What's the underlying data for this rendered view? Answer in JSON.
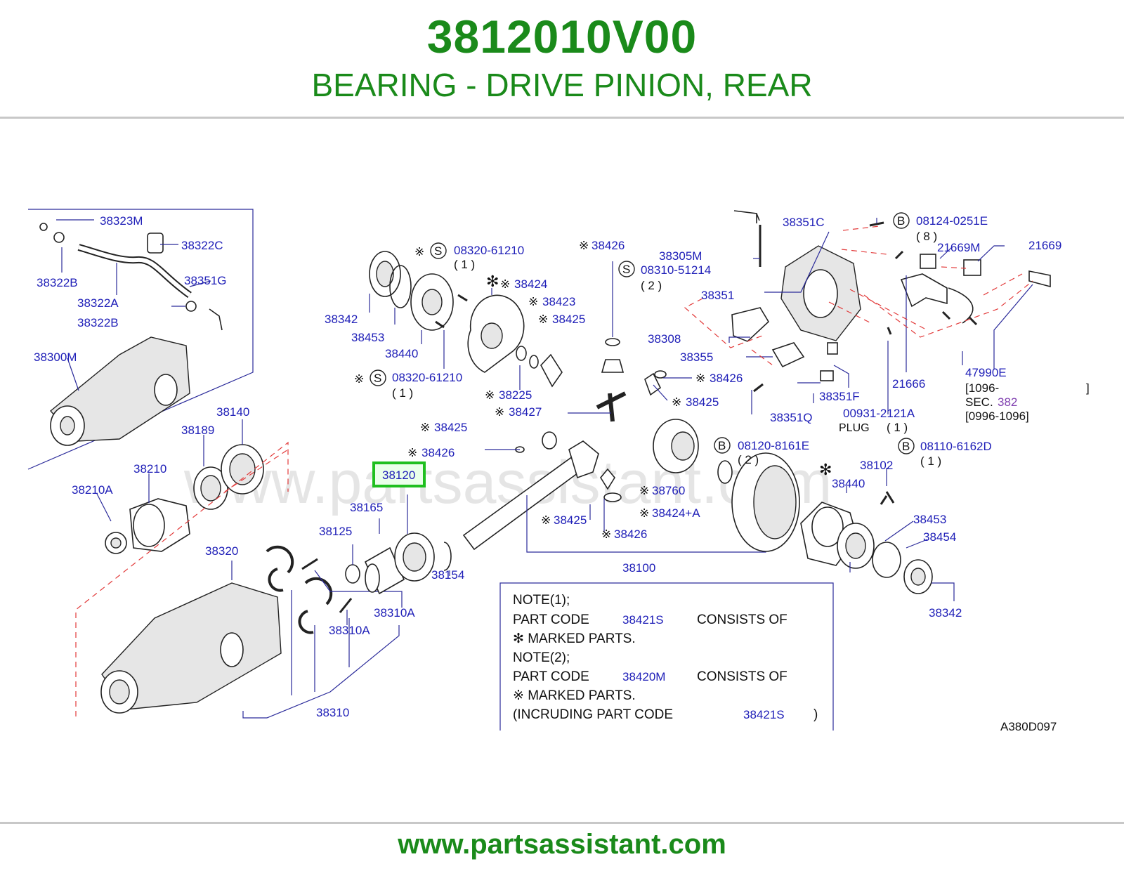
{
  "header": {
    "part_number": "3812010V00",
    "part_name": "BEARING - DRIVE PINION, REAR"
  },
  "footer": {
    "site": "www.partsassistant.com"
  },
  "diagram": {
    "watermark": "www.partsassistant.com",
    "drawing_code": "A380D097",
    "highlighted_part": "38120",
    "labels": {
      "p38323M": "38323M",
      "p38322C": "38322C",
      "p38322B_1": "38322B",
      "p38322A": "38322A",
      "p38351G": "38351G",
      "p38322B_2": "38322B",
      "p38300M": "38300M",
      "p38140": "38140",
      "p38189": "38189",
      "p38210": "38210",
      "p38210A": "38210A",
      "p38320": "38320",
      "p38342_l": "38342",
      "p38453_l": "38453",
      "p38440_l": "38440",
      "p08320_1": "08320-61210",
      "p08320_1q": "( 1 )",
      "p08320_2": "08320-61210",
      "p08320_2q": "( 1 )",
      "p38424": "38424",
      "p38423": "38423",
      "p38425_a": "38425",
      "p38225": "38225",
      "p38427": "38427",
      "p38425_b": "38425",
      "p38426_b": "38426",
      "p38165": "38165",
      "p38125": "38125",
      "p38154": "38154",
      "p38310A_1": "38310A",
      "p38310A_2": "38310A",
      "p38310": "38310",
      "p38426_top": "38426",
      "p38305M": "38305M",
      "p08310": "08310-51214",
      "p08310q": "( 2 )",
      "p38351": "38351",
      "p38308": "38308",
      "p38355": "38355",
      "p38426_c": "38426",
      "p38425_c": "38425",
      "p38425_d": "38425",
      "p38426_d": "38426",
      "p38760": "38760",
      "p38424A": "38424+A",
      "p38100": "38100",
      "p38351C": "38351C",
      "p08124": "08124-0251E",
      "p08124q": "( 8 )",
      "p21669M": "21669M",
      "p21669": "21669",
      "p21666": "21666",
      "p47990E": "47990E",
      "p1096": "[1096-",
      "p1096end": "]",
      "pSEC": "SEC.",
      "pSEC382": "382",
      "p0996": "[0996-1096]",
      "p38351F": "38351F",
      "p38351Q": "38351Q",
      "p00931": "00931-2121A",
      "pPLUG": "PLUG",
      "pPLUGq": "( 1 )",
      "p08120": "08120-8161E",
      "p08120q": "( 2 )",
      "p08110": "08110-6162D",
      "p08110q": "( 1 )",
      "p38102": "38102",
      "p38440_r": "38440",
      "p38453_r": "38453",
      "p38454": "38454",
      "p38342_r": "38342"
    },
    "markers": {
      "S": "S",
      "B": "B",
      "ref": "※",
      "star": "✻"
    },
    "note": {
      "n1_title": "NOTE(1);",
      "n1_prefix": "PART  CODE",
      "n1_code": "38421S",
      "n1_suffix": "CONSISTS  OF",
      "n1_line2": "✻  MARKED  PARTS.",
      "n2_title": "NOTE(2);",
      "n2_prefix": "PART  CODE",
      "n2_code": "38420M",
      "n2_suffix": "CONSISTS  OF",
      "n2_line2": "※  MARKED  PARTS.",
      "n2_line3_prefix": "(INCRUDING  PART  CODE",
      "n2_line3_code": "38421S",
      "n2_line3_suffix": ")"
    }
  },
  "colors": {
    "header_green": "#1a8a1a",
    "label_blue": "#2020b8",
    "dash_red": "#e23a3a",
    "highlight_green": "#1fbf1f"
  }
}
